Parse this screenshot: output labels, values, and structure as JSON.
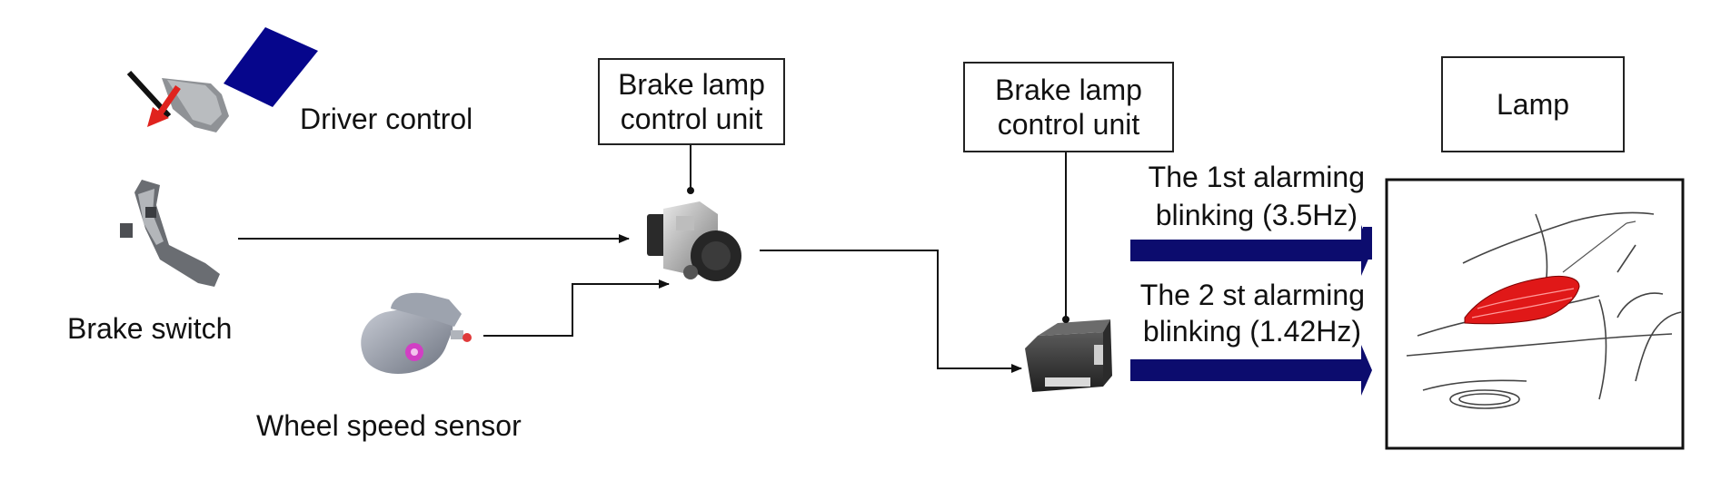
{
  "labels": {
    "driver_control": "Driver control",
    "brake_switch": "Brake switch",
    "wheel_speed_sensor": "Wheel speed sensor",
    "control_unit_1_line1": "Brake lamp",
    "control_unit_1_line2": "control unit",
    "control_unit_2_line1": "Brake lamp",
    "control_unit_2_line2": "control unit",
    "lamp": "Lamp",
    "alarm_1_line1": "The 1st alarming",
    "alarm_1_line2": "blinking (3.5Hz)",
    "alarm_2_line1": "The 2 st alarming",
    "alarm_2_line2": "blinking (1.42Hz)"
  },
  "colors": {
    "arrow_fill": "#0c0c6e",
    "pedal_pad": "#06068c",
    "driver_arrow": "#e0231e",
    "tail_lamp": "#e01818",
    "line": "#111111"
  }
}
